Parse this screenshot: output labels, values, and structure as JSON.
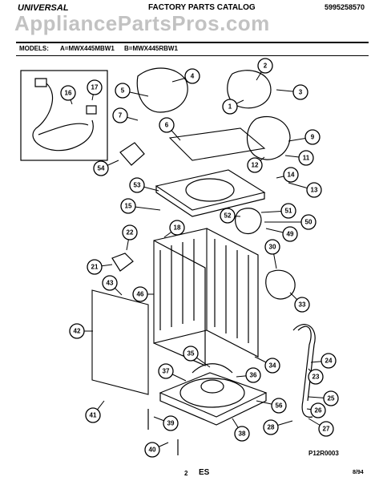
{
  "header": {
    "brand": "UNIVERSAL",
    "title": "FACTORY PARTS CATALOG",
    "part_number": "5995258570",
    "watermark": "AppliancePartsPros.com"
  },
  "models": {
    "label": "MODELS:",
    "a": "A=MWX445MBW1",
    "b": "B=MWX445RBW1"
  },
  "callouts": [
    "1",
    "2",
    "3",
    "4",
    "5",
    "6",
    "7",
    "9",
    "11",
    "12",
    "13",
    "14",
    "15",
    "16",
    "17",
    "18",
    "21",
    "22",
    "23",
    "24",
    "25",
    "26",
    "27",
    "28",
    "30",
    "33",
    "34",
    "35",
    "36",
    "37",
    "38",
    "39",
    "40",
    "41",
    "42",
    "43",
    "46",
    "49",
    "50",
    "51",
    "52",
    "53",
    "54",
    "56"
  ],
  "footer": {
    "figure_id": "P12R0003",
    "page": "2",
    "section": "ES",
    "date": "8/94"
  }
}
